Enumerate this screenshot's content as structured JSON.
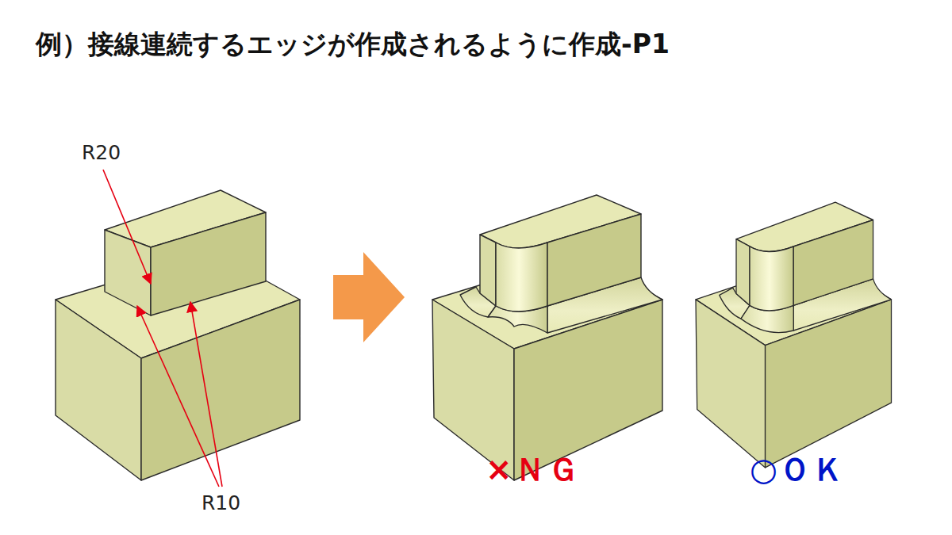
{
  "diagram": {
    "title": "例）接線連続するエッジが作成されるように作成-P1",
    "labels": [
      "R20",
      "R10",
      "×ＮＧ",
      "○ＯＫ"
    ]
  }
}
